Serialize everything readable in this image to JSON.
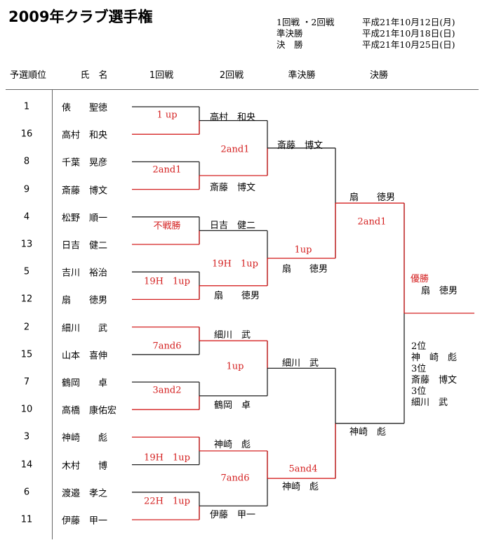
{
  "title": "2009年クラブ選手権",
  "schedule": {
    "labels": [
      "1回戦 ・2回戦",
      "準決勝",
      "決　勝"
    ],
    "dates": [
      "平成21年10月12日(月)",
      "平成21年10月18日(日)",
      "平成21年10月25日(日)"
    ]
  },
  "headers": {
    "seed": "予選順位",
    "name": "氏　名",
    "round1": "1回戦",
    "round2": "2回戦",
    "semi": "準決勝",
    "final": "決勝"
  },
  "players": [
    {
      "seed": "1",
      "name": "俵　　聖徳"
    },
    {
      "seed": "16",
      "name": "高村　和央"
    },
    {
      "seed": "8",
      "name": "千葉　晃彦"
    },
    {
      "seed": "9",
      "name": "斎藤　博文"
    },
    {
      "seed": "4",
      "name": "松野　順一"
    },
    {
      "seed": "13",
      "name": "日吉　健二"
    },
    {
      "seed": "5",
      "name": "吉川　裕治"
    },
    {
      "seed": "12",
      "name": "扇　　徳男"
    },
    {
      "seed": "2",
      "name": "細川　　武"
    },
    {
      "seed": "15",
      "name": "山本　喜伸"
    },
    {
      "seed": "7",
      "name": "鶴岡　　卓"
    },
    {
      "seed": "10",
      "name": "高橋　康佑宏"
    },
    {
      "seed": "3",
      "name": "神崎　　彪"
    },
    {
      "seed": "14",
      "name": "木村　　博"
    },
    {
      "seed": "6",
      "name": "渡邉　孝之"
    },
    {
      "seed": "11",
      "name": "伊藤　甲一"
    }
  ],
  "round1": [
    {
      "winner": "高村　和央",
      "score": "1 up"
    },
    {
      "winner": "斎藤　博文",
      "score": "2and1"
    },
    {
      "winner": "日吉　健二",
      "score": "不戦勝"
    },
    {
      "winner": "扇　　徳男",
      "score": "19H　1up"
    },
    {
      "winner": "細川　武",
      "score": "7and6"
    },
    {
      "winner": "鶴岡　卓",
      "score": "3and2"
    },
    {
      "winner": "神崎　彪",
      "score": "19H　1up"
    },
    {
      "winner": "伊藤　甲一",
      "score": "22H　1up"
    }
  ],
  "round2": [
    {
      "winner": "斎藤　博文",
      "score": "2and1"
    },
    {
      "winner": "扇　　徳男",
      "score": "19H　1up"
    },
    {
      "winner": "細川　武",
      "score": "1up"
    },
    {
      "winner": "神崎　彪",
      "score": "7and6"
    }
  ],
  "semi": [
    {
      "winner": "扇　　徳男",
      "score": "1up"
    },
    {
      "winner": "神崎　彪",
      "score": "5and4"
    }
  ],
  "final": {
    "score": "2and1"
  },
  "champion": {
    "label": "優勝",
    "name": "扇　徳男"
  },
  "results": [
    "2位",
    "神　崎　彪",
    "3位",
    "斎藤　博文",
    "3位",
    "細川　武"
  ],
  "colors": {
    "winner_line": "#d42020",
    "loser_line": "#222222",
    "result_text": "#d42020"
  }
}
